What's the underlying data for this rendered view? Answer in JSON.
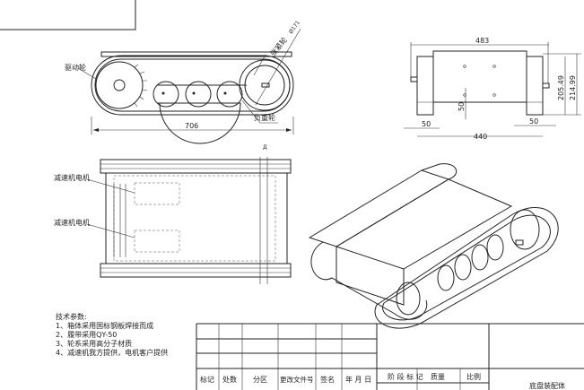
{
  "side_view": {
    "drive_wheel_label": "驱动轮",
    "tension_wheel_label": "张紧轮",
    "road_wheel_label": "负重轮",
    "diameter_label": "Ø171",
    "length_dim": "706"
  },
  "end_view": {
    "width_top": "483",
    "height_inner": "205.49",
    "height_outer": "214.99",
    "dim_left": "50",
    "dim_mid": "50",
    "dim_right": "50",
    "width_bottom": "440"
  },
  "plan_view": {
    "motor_label_1": "减速机电机",
    "motor_label_2": "减速机电机"
  },
  "tech_notes": {
    "title": "技术参数:",
    "items": [
      "1、箱体采用国标钢板焊接而成",
      "2、履带采用QY-50",
      "3、轮系采用高分子材质",
      "4、减速机我方提供，电机客户提供"
    ]
  },
  "title_block": {
    "headers": [
      "标记",
      "处数",
      "分区",
      "更改文件号",
      "签名",
      "年 月 日"
    ],
    "stage_label": "阶 段 标 记",
    "mass_label": "质量",
    "scale_label": "比例",
    "drawing_name": "底盘装配体"
  }
}
